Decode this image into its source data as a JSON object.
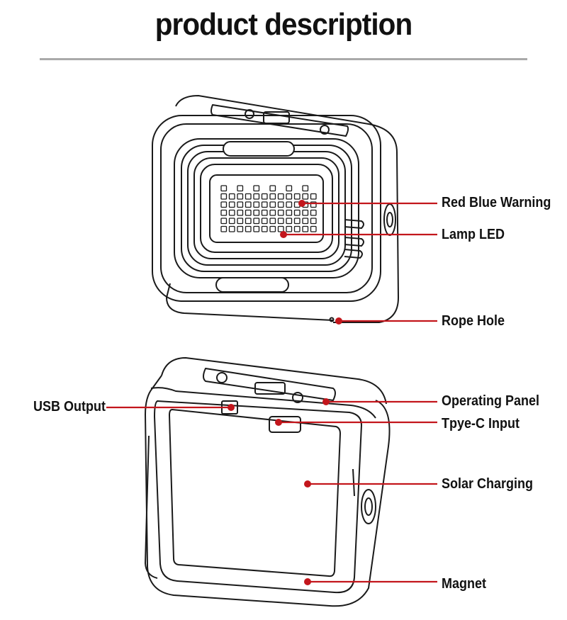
{
  "title": "product description",
  "colors": {
    "accent": "#c3161c",
    "line": "#1a1a1a",
    "rule": "#aaaaaa"
  },
  "top_device": {
    "callouts": {
      "red_blue_warning": "Red Blue Warning",
      "lamp_led": "Lamp LED",
      "rope_hole": "Rope Hole"
    }
  },
  "bottom_device": {
    "callouts": {
      "usb_output": "USB Output",
      "operating_panel": "Operating Panel",
      "type_c_input": "Tpye-C Input",
      "solar_charging": "Solar Charging",
      "magnet": "Magnet"
    }
  }
}
